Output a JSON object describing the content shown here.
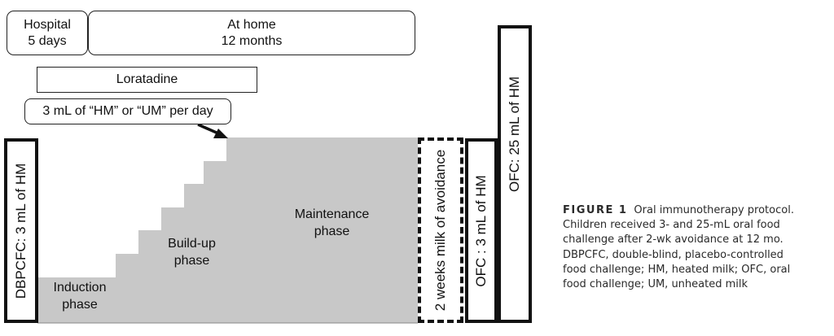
{
  "timeline": {
    "hospital": {
      "line1": "Hospital",
      "line2": "5 days"
    },
    "home": {
      "line1": "At home",
      "line2": "12 months"
    }
  },
  "loratadine": "Loratadine",
  "dose_note": "3 mL of “HM” or “UM” per day",
  "dbpcfc": "DBPCFC: 3 mL of HM",
  "avoidance": "2 weeks milk of avoidance",
  "ofc3": "OFC : 3 mL of HM",
  "ofc25": "OFC: 25 mL of HM",
  "phases": {
    "induction": {
      "line1": "Induction",
      "line2": "phase"
    },
    "buildup": {
      "line1": "Build-up",
      "line2": "phase"
    },
    "maintenance": {
      "line1": "Maintenance",
      "line2": "phase"
    }
  },
  "caption": {
    "label": "FIGURE 1",
    "text": "Oral immunotherapy protocol. Children received 3- and 25-mL oral food challenge after 2-wk avoidance at 12 mo. DBPCFC, double-blind, placebo-controlled food challenge; HM, heated milk; OFC, oral food challenge; UM, unheated milk"
  },
  "colors": {
    "phase_fill": "#c8c8c8",
    "stroke": "#111111"
  }
}
